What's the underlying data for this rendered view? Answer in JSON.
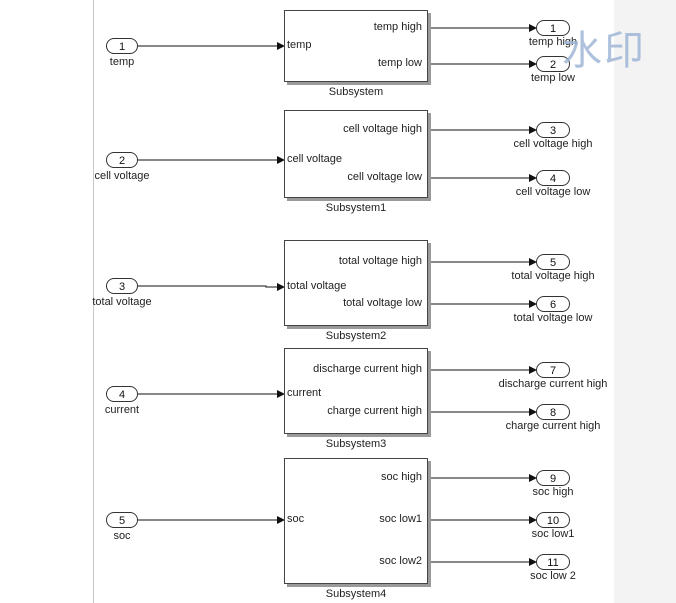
{
  "inputs": [
    {
      "num": "1",
      "label": "temp"
    },
    {
      "num": "2",
      "label": "cell voltage"
    },
    {
      "num": "3",
      "label": "total voltage"
    },
    {
      "num": "4",
      "label": "current"
    },
    {
      "num": "5",
      "label": "soc"
    }
  ],
  "subsystems": [
    {
      "name": "Subsystem",
      "in_label": "temp",
      "out_labels": [
        "temp high",
        "temp low"
      ]
    },
    {
      "name": "Subsystem1",
      "in_label": "cell voltage",
      "out_labels": [
        "cell voltage high",
        "cell voltage low"
      ]
    },
    {
      "name": "Subsystem2",
      "in_label": "total voltage",
      "out_labels": [
        "total voltage high",
        "total voltage low"
      ]
    },
    {
      "name": "Subsystem3",
      "in_label": "current",
      "out_labels": [
        "discharge current high",
        "charge current high"
      ]
    },
    {
      "name": "Subsystem4",
      "in_label": "soc",
      "out_labels": [
        "soc high",
        "soc low1",
        "soc low2"
      ]
    }
  ],
  "outputs": [
    {
      "num": "1",
      "label": "temp high"
    },
    {
      "num": "2",
      "label": "temp low"
    },
    {
      "num": "3",
      "label": "cell voltage high"
    },
    {
      "num": "4",
      "label": "cell voltage low"
    },
    {
      "num": "5",
      "label": "total voltage high"
    },
    {
      "num": "6",
      "label": "total voltage low"
    },
    {
      "num": "7",
      "label": "discharge current high"
    },
    {
      "num": "8",
      "label": "charge current high"
    },
    {
      "num": "9",
      "label": "soc high"
    },
    {
      "num": "10",
      "label": "soc low1"
    },
    {
      "num": "11",
      "label": "soc low 2"
    }
  ],
  "watermark": "水印"
}
